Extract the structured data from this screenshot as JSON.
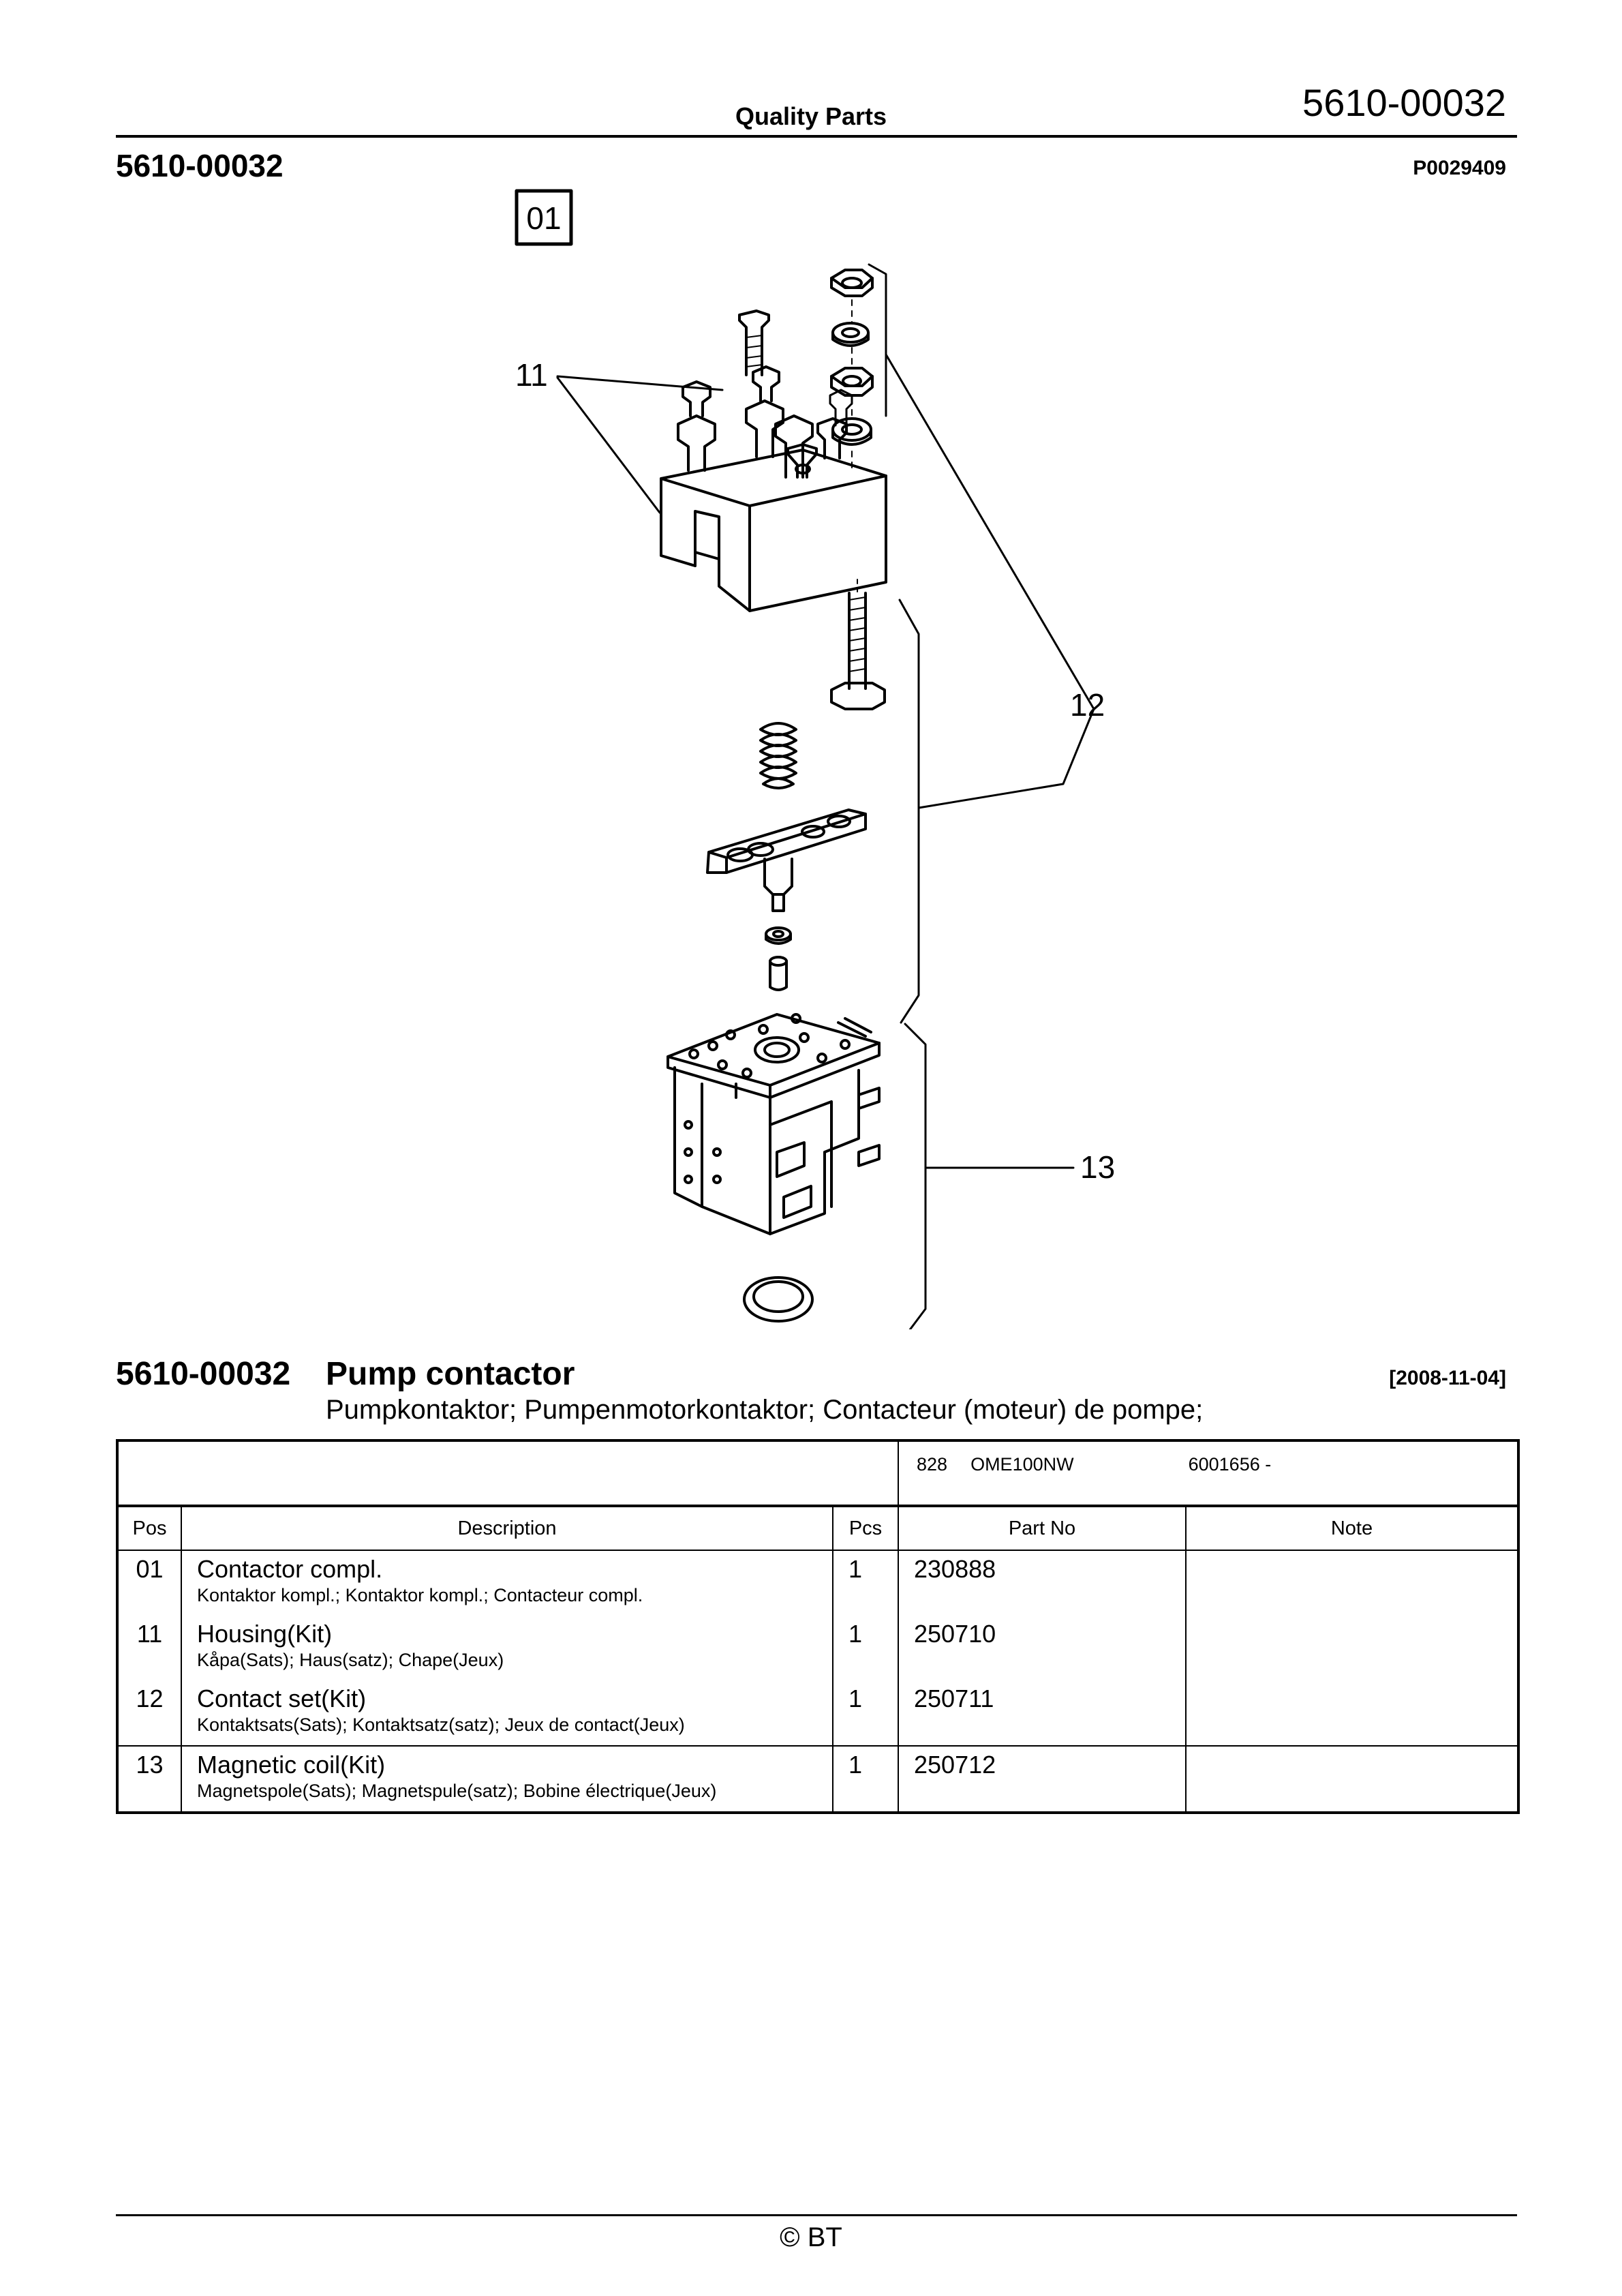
{
  "header": {
    "center_title": "Quality Parts",
    "doc_number": "5610-00032",
    "section_code": "5610-00032",
    "picture_ref": "P0029409"
  },
  "drawing": {
    "assembly_tag": "01",
    "callouts": [
      "11",
      "12",
      "13"
    ]
  },
  "title_block": {
    "code": "5610-00032",
    "name": "Pump contactor",
    "date": "[2008-11-04]",
    "translations": "Pumpkontaktor; Pumpenmotorkontaktor; Contacteur (moteur) de pompe;"
  },
  "model_info": {
    "number": "828",
    "model": "OME100NW",
    "serial": "6001656 -"
  },
  "table": {
    "columns": [
      "Pos",
      "Description",
      "Pcs",
      "Part No",
      "Note"
    ],
    "rows": [
      {
        "pos": "01",
        "desc": "Contactor compl.",
        "desc_sub": "Kontaktor kompl.; Kontaktor kompl.; Contacteur compl.",
        "pcs": "1",
        "part_no": "230888",
        "note": ""
      },
      {
        "pos": "11",
        "desc": "Housing(Kit)",
        "desc_sub": "Kåpa(Sats); Haus(satz); Chape(Jeux)",
        "pcs": "1",
        "part_no": "250710",
        "note": ""
      },
      {
        "pos": "12",
        "desc": "Contact set(Kit)",
        "desc_sub": "Kontaktsats(Sats); Kontaktsatz(satz); Jeux de contact(Jeux)",
        "pcs": "1",
        "part_no": "250711",
        "note": ""
      },
      {
        "pos": "13",
        "desc": "Magnetic coil(Kit)",
        "desc_sub": "Magnetspole(Sats); Magnetspule(satz); Bobine électrique(Jeux)",
        "pcs": "1",
        "part_no": "250712",
        "note": ""
      }
    ]
  },
  "footer": {
    "copyright": "© BT"
  }
}
